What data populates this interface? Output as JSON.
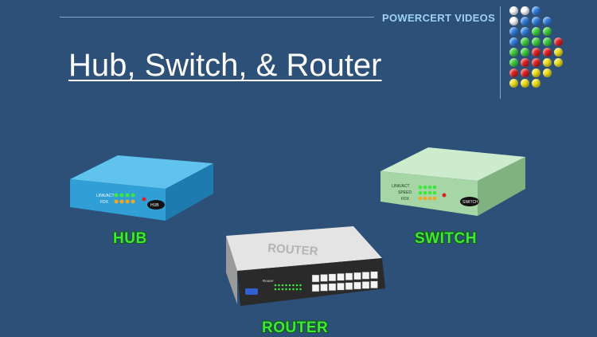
{
  "header": {
    "brand": "POWERCERT VIDEOS",
    "title": "Hub, Switch, & Router"
  },
  "devices": {
    "hub": {
      "label": "HUB",
      "badge": "HUB",
      "led_top": "LINK/ACT",
      "led_bottom": "FDX",
      "color": "#3aa9dd"
    },
    "switch": {
      "label": "SWITCH",
      "badge": "SWITCH",
      "led_top": "LINK/ACT",
      "led_mid": "SPEED",
      "led_bottom": "FDX",
      "color": "#a8d8a8"
    },
    "router": {
      "label": "ROUTER",
      "top_text": "ROUTER",
      "badge": "Router",
      "port_count": 16
    }
  },
  "colors": {
    "background": "#2c5078",
    "label_green": "#3ee63e",
    "brand_text": "#9fd0f5"
  }
}
